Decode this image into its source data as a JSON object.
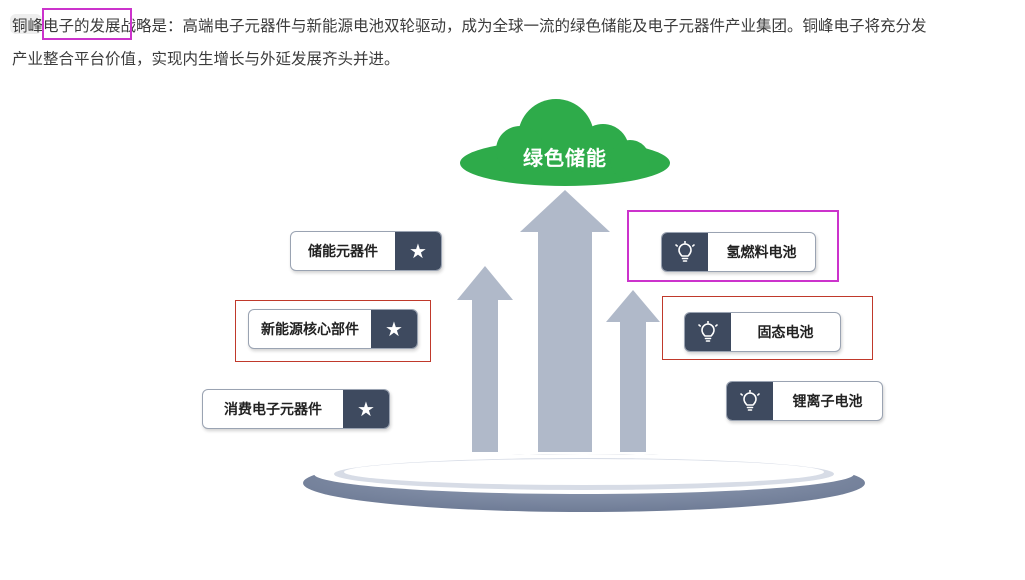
{
  "paragraph": {
    "line1": "铜峰电子的发展战略是：高端电子元器件与新能源电池双轮驱动，成为全球一流的绿色储能及电子元器件产业集团。铜峰电子将充分发",
    "line2": "产业整合平台价值，实现内生增长与外延发展齐头并进。"
  },
  "diagram": {
    "cloud_label": "绿色储能",
    "left_items": [
      {
        "label": "储能元器件",
        "icon": "star-icon"
      },
      {
        "label": "新能源核心部件",
        "icon": "star-icon"
      },
      {
        "label": "消费电子元器件",
        "icon": "star-icon"
      }
    ],
    "right_items": [
      {
        "label": "氢燃料电池",
        "icon": "lightbulb-icon"
      },
      {
        "label": "固态电池",
        "icon": "lightbulb-icon"
      },
      {
        "label": "锂离子电池",
        "icon": "lightbulb-icon"
      }
    ]
  },
  "colors": {
    "cloud_green": "#2eab4a",
    "arrow_grey": "#b0b9c9",
    "icon_dark": "#3e4a5f",
    "platform": "#7d8aa3",
    "highlight_magenta": "#cc33cc",
    "highlight_red": "#c0392b"
  }
}
